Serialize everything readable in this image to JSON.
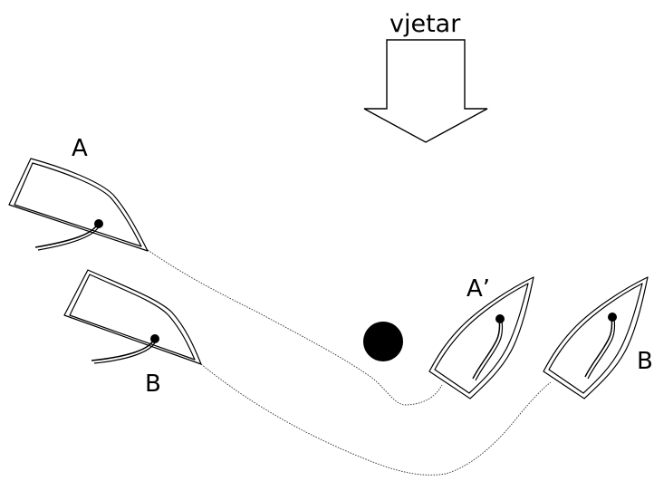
{
  "wind": {
    "label": "vjetar"
  },
  "boats": {
    "a_start": {
      "label": "A"
    },
    "b_start": {
      "label": "B"
    },
    "a_end": {
      "label": "A’"
    },
    "b_end": {
      "label": "B’"
    }
  },
  "colors": {
    "stroke": "#000000",
    "background": "#ffffff",
    "mark": "#000000"
  }
}
